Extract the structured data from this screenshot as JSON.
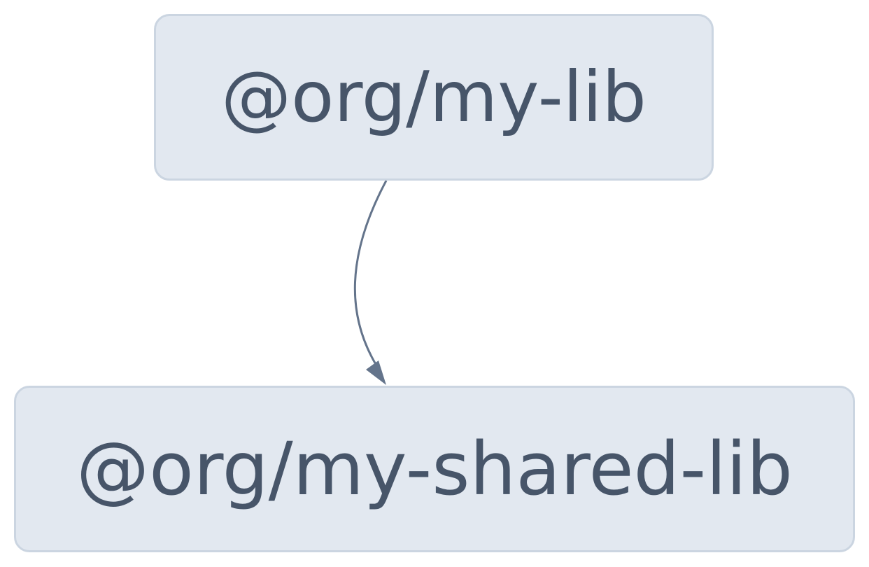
{
  "diagram": {
    "nodes": [
      {
        "id": "my-lib",
        "label": "@org/my-lib"
      },
      {
        "id": "my-shared-lib",
        "label": "@org/my-shared-lib"
      }
    ],
    "edges": [
      {
        "from": "my-lib",
        "to": "my-shared-lib"
      }
    ],
    "colors": {
      "node_fill": "#e2e8f0",
      "node_border": "#cbd5e1",
      "text": "#475569",
      "edge": "#64748b"
    }
  }
}
